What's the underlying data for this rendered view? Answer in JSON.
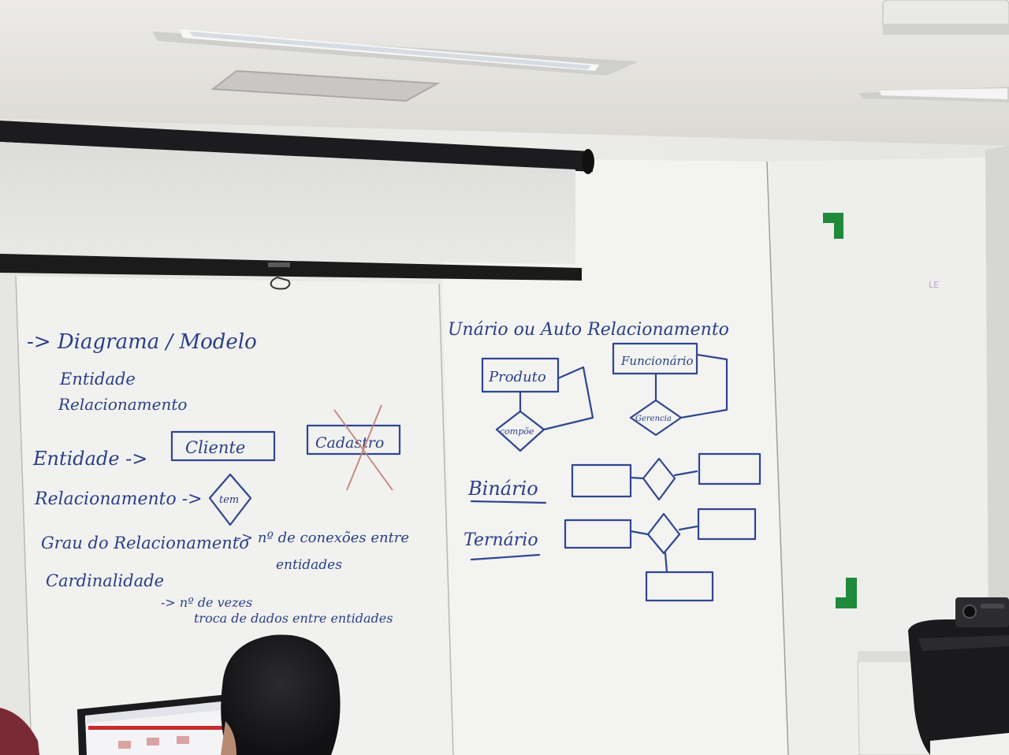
{
  "whiteboard": {
    "left_panel": {
      "line1": "-> Diagrama / Modelo",
      "line2": "Entidade",
      "line3": "Relacionamento",
      "entidade_label": "Entidade ->",
      "entity_cliente": "Cliente",
      "entity_cadastro": "Cadastro",
      "relacionamento_label": "Relacionamento ->",
      "diamond_tem": "tem",
      "grau_label": "Grau do Relacionamento",
      "grau_desc_1": "-> nº de conexões entre",
      "grau_desc_2": "entidades",
      "cardinalidade_label": "Cardinalidade",
      "card_desc_1": "-> nº de vezes",
      "card_desc_2": "troca de dados entre entidades"
    },
    "right_panel": {
      "title": "Unário ou Auto Relacionamento",
      "entity_produto": "Produto",
      "diamond_compoe": "compõe",
      "entity_funcionario": "Funcionário",
      "diamond_gerencia": "Gerencia",
      "binario_label": "Binário",
      "ternario_label": "Ternário"
    },
    "far_right": {
      "corner_note": "LE"
    }
  },
  "colors": {
    "marker_blue": "#2a3f86",
    "cross_out_red": "#c4837a",
    "corner_green": "#1f8a3a",
    "ceiling": "#e6e4df",
    "whiteboard": "#f1f1ee"
  }
}
